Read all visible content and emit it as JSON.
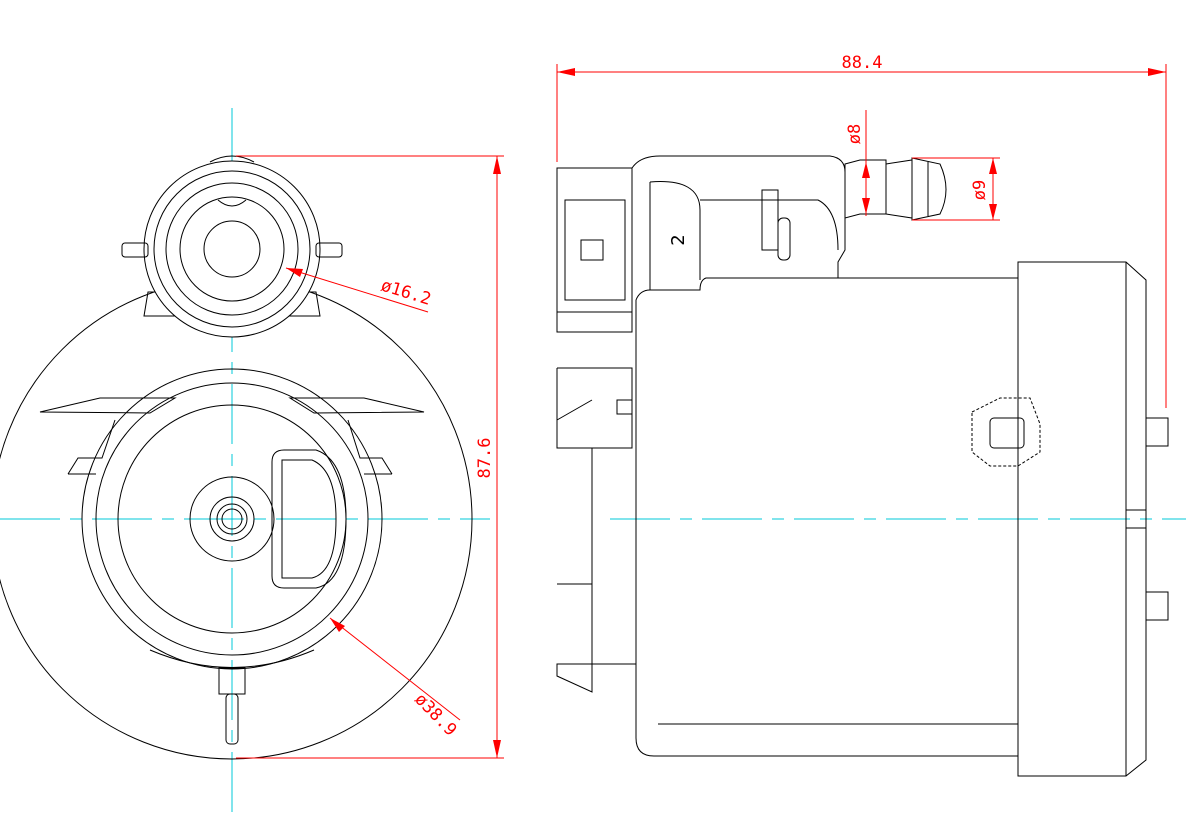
{
  "dimensions": {
    "overall_length": "88.4",
    "overall_height": "87.6",
    "port_diameter": "ø16.2",
    "body_diameter": "ø38.9",
    "nozzle_inner": "ø8",
    "nozzle_outer": "ø9"
  },
  "part_marks": {
    "connector_number": "2"
  },
  "colors": {
    "outline": "#000000",
    "centerline": "#00c8d8",
    "dimension": "#ff0000"
  }
}
